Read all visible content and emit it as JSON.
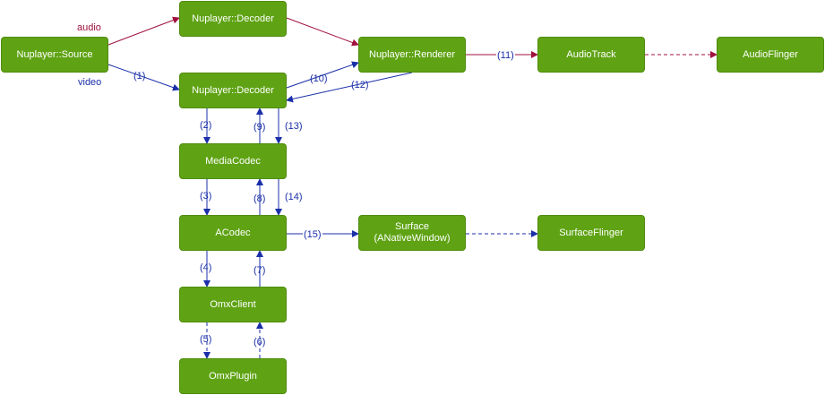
{
  "colors": {
    "node_fill": "#5fa314",
    "audio_path": "#a0103c",
    "video_path": "#1a2fa8"
  },
  "nodes": {
    "source": "Nuplayer::Source",
    "audio_decoder": "Nuplayer::Decoder",
    "video_decoder": "Nuplayer::Decoder",
    "renderer": "Nuplayer::Renderer",
    "audiotrack": "AudioTrack",
    "audioflinger": "AudioFlinger",
    "mediacodec": "MediaCodec",
    "acodec": "ACodec",
    "surface_line1": "Surface",
    "surface_line2": "(ANativeWindow)",
    "surfaceflinger": "SurfaceFlinger",
    "omxclient": "OmxClient",
    "omxplugin": "OmxPlugin"
  },
  "labels": {
    "audio": "audio",
    "video": "video",
    "s1": "(1)",
    "s2": "(2)",
    "s3": "(3)",
    "s4": "(4)",
    "s5": "(5)",
    "s6": "(6)",
    "s7": "(7)",
    "s8": "(8)",
    "s9": "(9)",
    "s10": "(10)",
    "s11": "(11)",
    "s12": "(12)",
    "s13": "(13)",
    "s14": "(14)",
    "s15": "(15)"
  }
}
